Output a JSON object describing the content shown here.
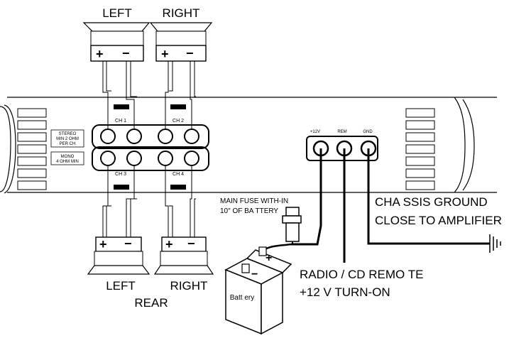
{
  "speakers": {
    "front_left": "LEFT",
    "front_right": "RIGHT",
    "rear_left": "LEFT",
    "rear_right": "RIGHT",
    "rear_group": "REAR"
  },
  "polarity": {
    "plus": "+",
    "minus": "−"
  },
  "channels": [
    "CH 1",
    "CH 2",
    "CH 3",
    "CH 4"
  ],
  "amp_labels": {
    "stereo": [
      "STEREO",
      "MIN 2 OHM",
      "PER CH"
    ],
    "mono": [
      "MONO",
      "4 OHM MIN"
    ]
  },
  "power_terminals": [
    "+12V",
    "REM",
    "GND"
  ],
  "fuse_note": [
    "MAIN FUSE WITH-IN",
    "10\" OF BA TTERY"
  ],
  "ground_note": [
    "CHA SSIS GROUND",
    "CLOSE TO AMPLIFIER"
  ],
  "remote_note": [
    "RADIO / CD REMO  TE",
    "+12 V TURN-ON"
  ],
  "battery_label": "Batt ery",
  "colors": {
    "line": "#000000",
    "background": "#ffffff"
  }
}
